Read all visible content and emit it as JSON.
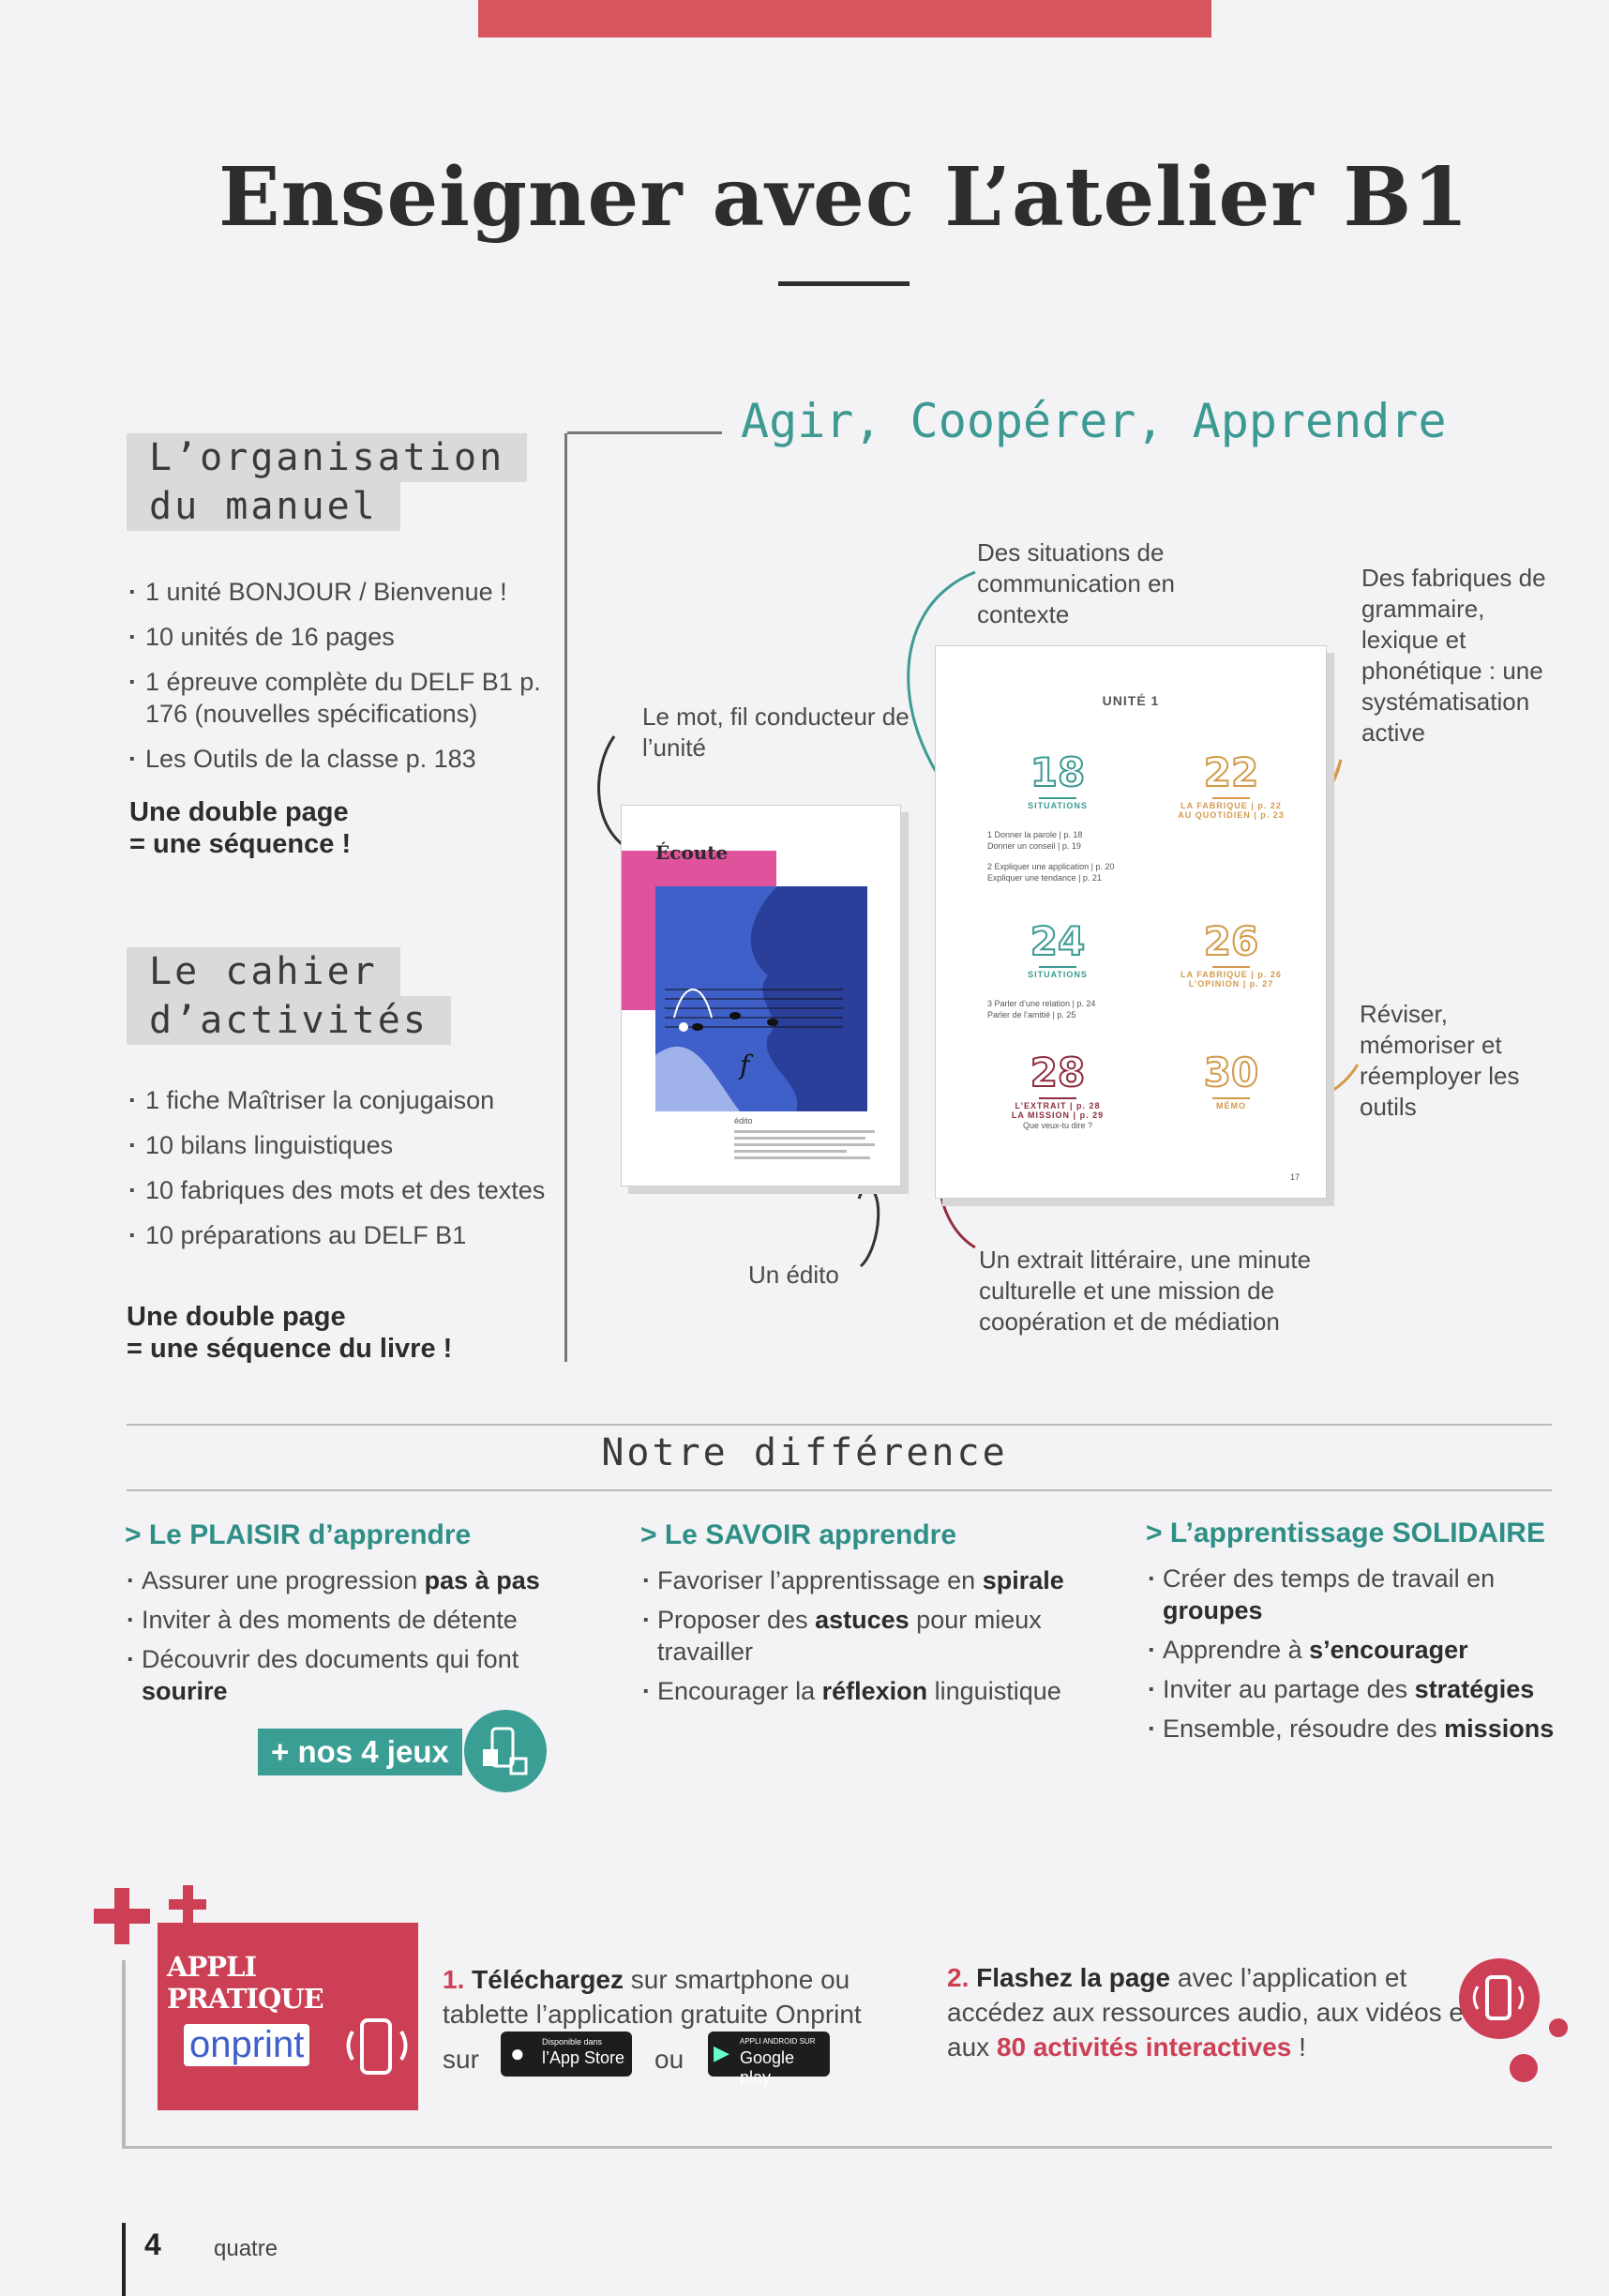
{
  "title": "Enseigner avec L’atelier B1",
  "organisation": {
    "heading_line1": "L’organisation",
    "heading_line2": "du manuel",
    "items": [
      "1 unité BONJOUR / Bienvenue !",
      "10 unités de 16 pages",
      "1 épreuve complète du DELF B1 p. 176 (nouvelles spécifications)",
      "Les Outils de la classe p. 183"
    ],
    "double_page_line1": "Une double page",
    "double_page_line2": "= une séquence !"
  },
  "cahier": {
    "heading_line1": "Le cahier",
    "heading_line2": "d’activités",
    "items": [
      "1 fiche Maîtriser la conjugaison",
      "10 bilans linguistiques",
      "10 fabriques des mots et des textes",
      "10 préparations au DELF B1"
    ],
    "double_page_line1": "Une double page",
    "double_page_line2": "= une séquence du livre !"
  },
  "motto": "Agir, Coopérer, Apprendre",
  "annotations": {
    "situations": "Des situations de communication en contexte",
    "fabriques": "Des fabriques de grammaire, lexique et phonétique : une systématisation active",
    "mot": "Le mot, fil conducteur de l’unité",
    "reviser": "Réviser, mémoriser et réemployer les outils",
    "edito": "Un édito",
    "extrait": "Un extrait littéraire, une minute culturelle et une mission de coopération et de médiation"
  },
  "book_left": {
    "word": "Écoute",
    "edito_label": "édito"
  },
  "book_right": {
    "unit_label": "UNITÉ 1",
    "pages": [
      {
        "num": "18",
        "head": "SITUATIONS",
        "lines": [
          "1 Donner la parole | p. 18",
          "Donner un conseil | p. 19",
          "2 Expliquer une application | p. 20",
          "Expliquer une tendance | p. 21"
        ]
      },
      {
        "num": "22",
        "head": "LA FABRIQUE | p. 22",
        "lines": [
          "AU QUOTIDIEN | p. 23"
        ]
      },
      {
        "num": "24",
        "head": "SITUATIONS",
        "lines": [
          "3 Parler d’une relation | p. 24",
          "Parler de l’amitié | p. 25"
        ]
      },
      {
        "num": "26",
        "head": "LA FABRIQUE | p. 26",
        "lines": [
          "L’OPINION | p. 27"
        ]
      },
      {
        "num": "28",
        "head": "L’EXTRAIT | p. 28",
        "lines": [
          "LA MISSION | p. 29",
          "Que veux-tu dire ?"
        ]
      },
      {
        "num": "30",
        "head": "MÉMO",
        "lines": []
      }
    ],
    "footer_num": "17"
  },
  "difference": {
    "title": "Notre différence",
    "columns": [
      {
        "head": "> Le PLAISIR d’apprendre",
        "items": [
          {
            "pre": "Assurer une progression ",
            "bold": "pas à pas",
            "post": ""
          },
          {
            "pre": "Inviter à des moments de détente",
            "bold": "",
            "post": ""
          },
          {
            "pre": "Découvrir des documents qui font ",
            "bold": "sourire",
            "post": ""
          }
        ]
      },
      {
        "head": "> Le SAVOIR apprendre",
        "items": [
          {
            "pre": "Favoriser l’apprentissage en ",
            "bold": "spirale",
            "post": ""
          },
          {
            "pre": "Proposer des ",
            "bold": "astuces",
            "post": " pour mieux travailler"
          },
          {
            "pre": "Encourager la ",
            "bold": "réflexion",
            "post": " linguistique"
          }
        ]
      },
      {
        "head": "> L’apprentissage SOLIDAIRE",
        "items": [
          {
            "pre": "Créer des temps de travail en ",
            "bold": "groupes",
            "post": ""
          },
          {
            "pre": "Apprendre à ",
            "bold": "s’encourager",
            "post": ""
          },
          {
            "pre": "Inviter au partage des ",
            "bold": "stratégies",
            "post": ""
          },
          {
            "pre": "Ensemble, résoudre des ",
            "bold": "missions",
            "post": ""
          }
        ]
      }
    ],
    "jeux_label": "+ nos 4 jeux"
  },
  "appli": {
    "label": "APPLI PRATIQUE",
    "brand": "onprint",
    "step1_num": "1.",
    "step1_bold": "Téléchargez",
    "step1_rest": " sur smartphone ou tablette l’application gratuite Onprint",
    "sur": "sur",
    "ou": "ou",
    "appstore_small": "Disponible dans",
    "appstore_big": "l’App Store",
    "google_small": "APPLI ANDROID SUR",
    "google_big": "Google play",
    "step2_num": "2.",
    "step2_bold": "Flashez la page",
    "step2_rest": " avec l’application et accédez aux ressources audio, aux vidéos et aux ",
    "step2_highlight": "80 activités interactives",
    "step2_end": " !"
  },
  "footer": {
    "page_num": "4",
    "page_word": "quatre"
  },
  "colors": {
    "accent_red": "#cc3f54",
    "accent_green": "#3a9e94",
    "accent_orange": "#d49a4a",
    "accent_pink": "#e0529c",
    "accent_blue": "#3f5fc9"
  }
}
